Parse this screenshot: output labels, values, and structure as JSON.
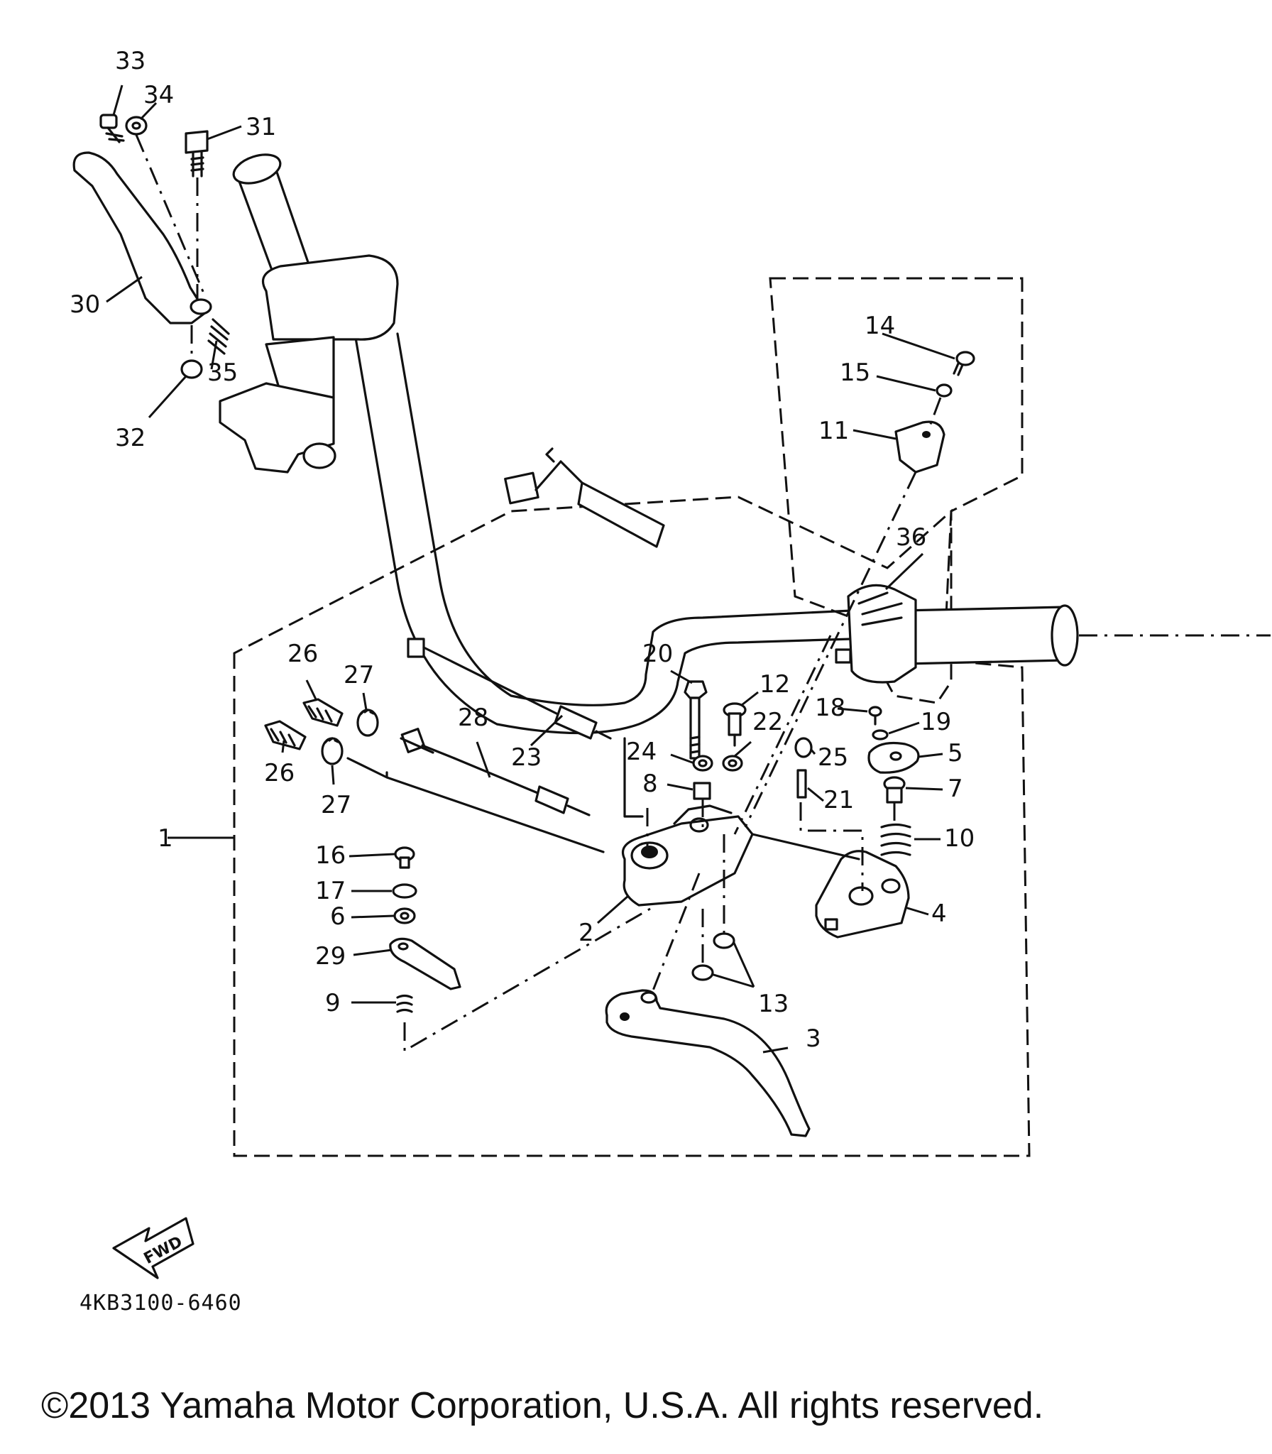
{
  "diagram": {
    "part_code": "4KB3100-6460",
    "copyright": "©2013 Yamaha Motor Corporation, U.S.A. All rights reserved.",
    "fwd_label": "FWD",
    "callouts": [
      {
        "id": "c1",
        "label": "1"
      },
      {
        "id": "c2",
        "label": "2"
      },
      {
        "id": "c3",
        "label": "3"
      },
      {
        "id": "c4",
        "label": "4"
      },
      {
        "id": "c5",
        "label": "5"
      },
      {
        "id": "c6",
        "label": "6"
      },
      {
        "id": "c7",
        "label": "7"
      },
      {
        "id": "c8",
        "label": "8"
      },
      {
        "id": "c9",
        "label": "9"
      },
      {
        "id": "c10",
        "label": "10"
      },
      {
        "id": "c11",
        "label": "11"
      },
      {
        "id": "c12",
        "label": "12"
      },
      {
        "id": "c13",
        "label": "13"
      },
      {
        "id": "c14",
        "label": "14"
      },
      {
        "id": "c15",
        "label": "15"
      },
      {
        "id": "c16",
        "label": "16"
      },
      {
        "id": "c17",
        "label": "17"
      },
      {
        "id": "c18",
        "label": "18"
      },
      {
        "id": "c19",
        "label": "19"
      },
      {
        "id": "c20",
        "label": "20"
      },
      {
        "id": "c21",
        "label": "21"
      },
      {
        "id": "c22",
        "label": "22"
      },
      {
        "id": "c23",
        "label": "23"
      },
      {
        "id": "c24",
        "label": "24"
      },
      {
        "id": "c25",
        "label": "25"
      },
      {
        "id": "c26a",
        "label": "26"
      },
      {
        "id": "c26b",
        "label": "26"
      },
      {
        "id": "c27a",
        "label": "27"
      },
      {
        "id": "c27b",
        "label": "27"
      },
      {
        "id": "c28",
        "label": "28"
      },
      {
        "id": "c29",
        "label": "29"
      },
      {
        "id": "c30",
        "label": "30"
      },
      {
        "id": "c31",
        "label": "31"
      },
      {
        "id": "c32",
        "label": "32"
      },
      {
        "id": "c33",
        "label": "33"
      },
      {
        "id": "c34",
        "label": "34"
      },
      {
        "id": "c35",
        "label": "35"
      },
      {
        "id": "c36",
        "label": "36"
      }
    ]
  }
}
